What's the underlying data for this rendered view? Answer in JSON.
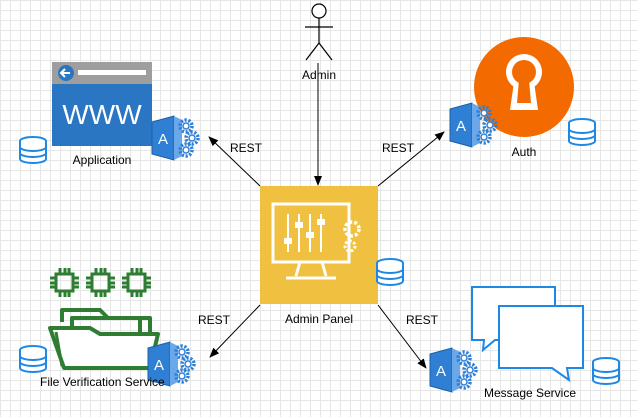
{
  "nodes": {
    "admin": {
      "label": "Admin"
    },
    "application": {
      "label": "Application",
      "banner_text": "WWW"
    },
    "auth": {
      "label": "Auth"
    },
    "admin_panel": {
      "label": "Admin Panel"
    },
    "file_verification": {
      "label": "File Verification Service"
    },
    "message_service": {
      "label": "Message Service"
    }
  },
  "edges": {
    "admin_to_application": {
      "label": "REST"
    },
    "admin_to_auth": {
      "label": "REST"
    },
    "admin_to_file_verification": {
      "label": "REST"
    },
    "admin_to_message_service": {
      "label": "REST"
    }
  },
  "api_badge_letter": "A",
  "colors": {
    "grid": "#e6e6e6",
    "api_blue": "#2f7fd4",
    "storage_blue": "#1e88e5",
    "admin_panel_yellow": "#f0c040",
    "auth_orange": "#f36b00",
    "chip_green": "#2e7d32",
    "folder_green": "#2e7d32"
  },
  "icons": [
    "actor-icon",
    "www-browser-icon",
    "keyhole-icon",
    "admin-monitor-icon",
    "cpu-chip-icon",
    "folder-icon",
    "chat-bubbles-icon",
    "api-gateway-icon",
    "database-icon"
  ]
}
